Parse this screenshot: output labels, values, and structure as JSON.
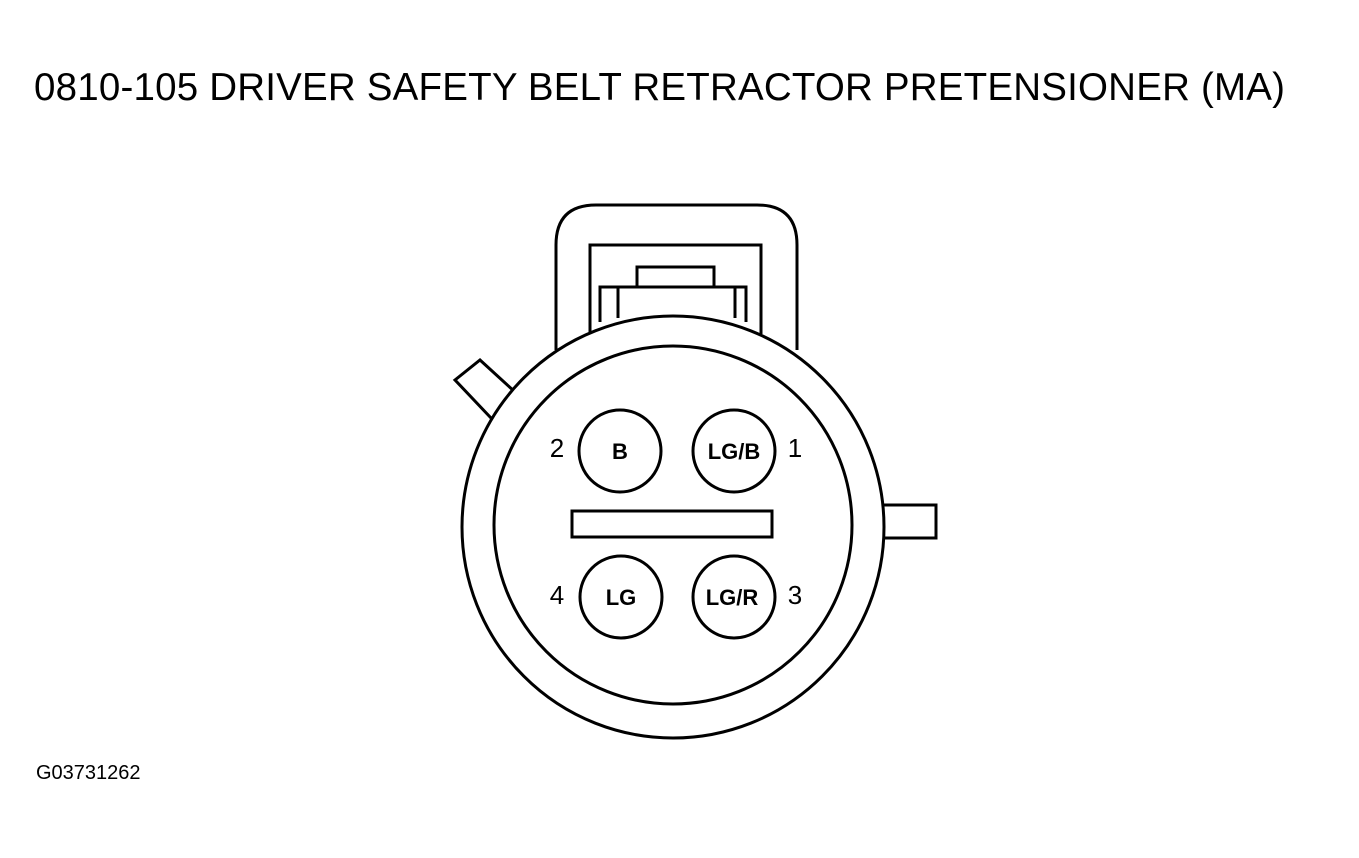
{
  "title": "0810-105 DRIVER SAFETY BELT RETRACTOR PRETENSIONER (MA)",
  "figure_id": "G03731262",
  "pins": [
    {
      "number": "1",
      "color": "LG/B"
    },
    {
      "number": "2",
      "color": "B"
    },
    {
      "number": "3",
      "color": "LG/R"
    },
    {
      "number": "4",
      "color": "LG"
    }
  ],
  "colors": {
    "ink": "#000000",
    "background": "#ffffff"
  }
}
